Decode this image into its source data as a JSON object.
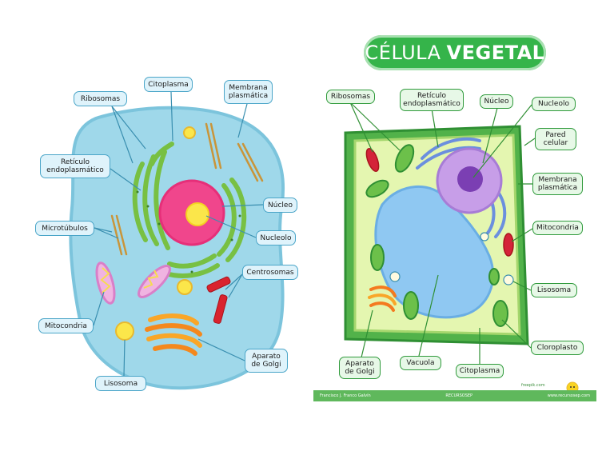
{
  "animal_cell": {
    "labels": {
      "ribosomas": "Ribosomas",
      "citoplasma": "Citoplasma",
      "membrana": "Membrana\nplasmática",
      "reticulo": "Retículo\nendoplasmático",
      "nucleo": "Núcleo",
      "microtubulos": "Microtúbulos",
      "nucleolo": "Nucleolo",
      "centrosomas": "Centrosomas",
      "mitocondria": "Mitocondria",
      "golgi": "Aparato\nde Golgi",
      "lisosoma": "Lisosoma"
    }
  },
  "plant_cell": {
    "title_light": "CÉLULA",
    "title_bold": "VEGETAL",
    "labels": {
      "ribosomas": "Ribosomas",
      "reticulo": "Retículo\nendoplasmático",
      "nucleo": "Núcleo",
      "nucleolo": "Nucleolo",
      "pared": "Pared\ncelular",
      "membrana": "Membrana\nplasmática",
      "mitocondria": "Mitocondria",
      "lisosoma": "Lisosoma",
      "cloroplasto": "Cloroplasto",
      "golgi": "Aparato\nde Golgi",
      "vacuola": "Vacuola",
      "citoplasma": "Citoplasma"
    },
    "footer": {
      "author": "Francisco J. Franco Galvín",
      "brand": "RECURSOSEP",
      "site": "www.recursosep.com"
    },
    "logo_text": "freepik.com"
  },
  "colors": {
    "label_fill": "#dff3fb",
    "label_border": "#4aa5c8",
    "plant_wall": "#2f9a3b",
    "plant_cytoplasm": "#e4f6b0",
    "vacuole": "#8fc8f2",
    "nucleus_plant": "#c79ee8",
    "animal_cytoplasm": "#9fd8ea",
    "animal_nucleus": "#f0468c",
    "animal_nucleolus": "#fbe64a"
  }
}
